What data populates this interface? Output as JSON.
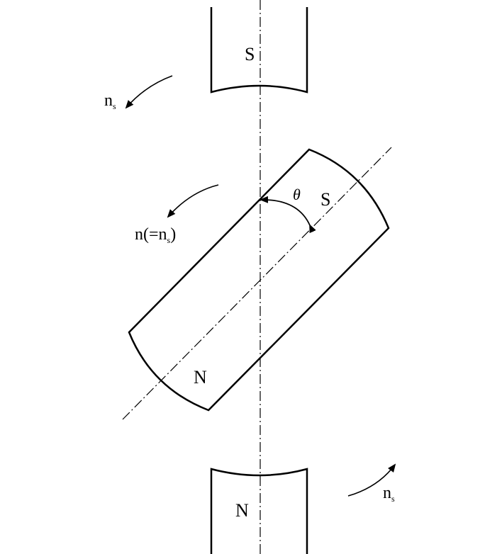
{
  "stator_top": {
    "pole_label": "S"
  },
  "stator_bottom": {
    "pole_label": "N"
  },
  "rotor": {
    "north_label": "N",
    "south_label": "S",
    "angle_symbol": "θ",
    "speed_prefix": "n(=n",
    "speed_subscript": "s",
    "speed_suffix": ")"
  },
  "field_rotation_top": {
    "symbol": "n",
    "subscript": "s"
  },
  "field_rotation_bottom": {
    "symbol": "n",
    "subscript": "s"
  },
  "colors": {
    "stroke": "#000000",
    "background": "#ffffff"
  }
}
